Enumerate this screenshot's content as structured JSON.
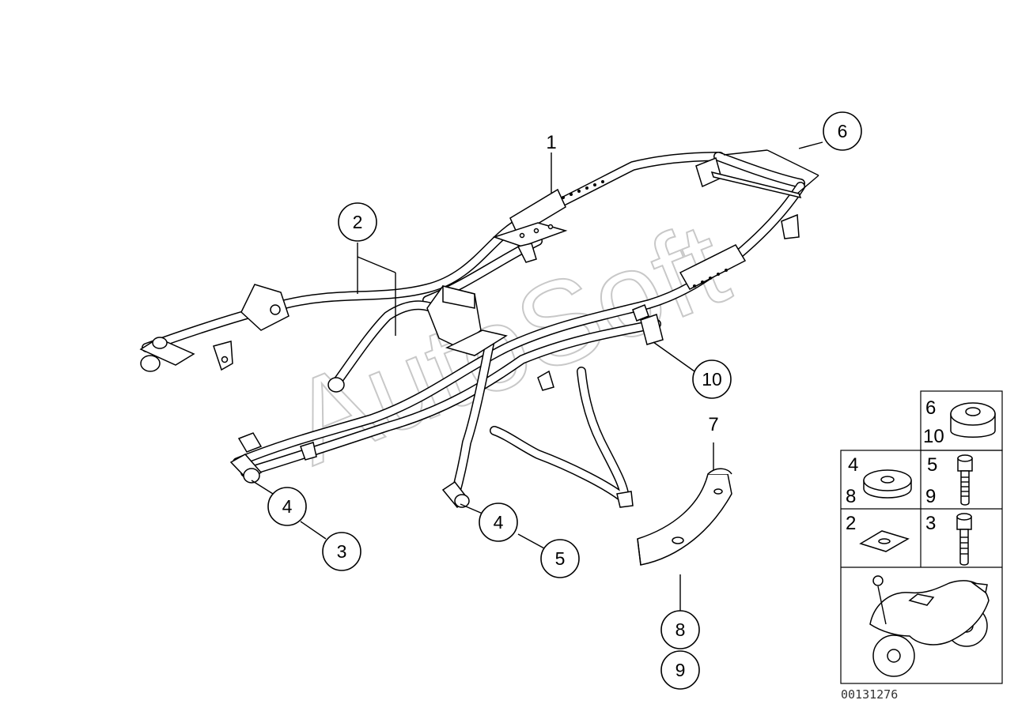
{
  "watermark": "AutoSoft",
  "callouts": {
    "c1": "1",
    "c2": "2",
    "c3": "3",
    "c4a": "4",
    "c4b": "4",
    "c5": "5",
    "c6": "6",
    "c7": "7",
    "c8": "8",
    "c9": "9",
    "c10": "10"
  },
  "legend": {
    "cell_6_10": [
      "6",
      "10"
    ],
    "cell_4_8": [
      "4",
      "8"
    ],
    "cell_5_9": [
      "5",
      "9"
    ],
    "cell_2": [
      "2"
    ],
    "cell_3": [
      "3"
    ]
  },
  "document_number": "00131276"
}
